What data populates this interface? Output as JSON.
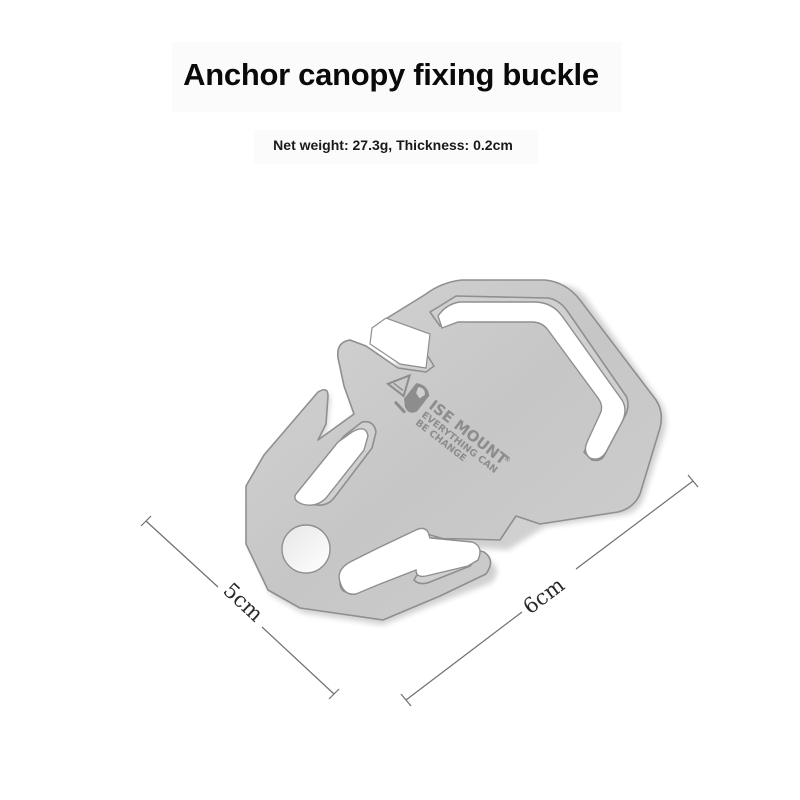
{
  "header": {
    "title": "Anchor canopy fixing buckle",
    "specs": "Net weight: 27.3g, Thickness: 0.2cm"
  },
  "product": {
    "name": "Anchor canopy fixing buckle",
    "brand_engraving": {
      "brand": "ISE MOUNT",
      "registered_mark": "®",
      "slogan_line1": "EVERYTHING CAN",
      "slogan_line2": "BE CHANGE",
      "logo_icon": "mountain-logo-icon"
    },
    "material_color": "#c9c9c9",
    "edge_color": "#8f8f8f"
  },
  "dimensions": {
    "width_label": "5cm",
    "length_label": "6cm",
    "line_color": "#6f6f6f"
  }
}
